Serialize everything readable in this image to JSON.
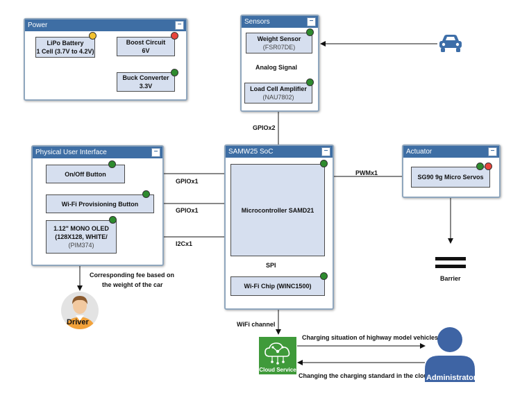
{
  "panels": {
    "power": "Power",
    "sensors": "Sensors",
    "pui": "Physical User Interface",
    "soc": "SAMW25 SoC",
    "actuator": "Actuator"
  },
  "collapse_symbol": "−",
  "nodes": {
    "lipo": {
      "line1": "LiPo Battery",
      "line2": "1 Cell (3.7V to 4.2V)"
    },
    "boost": {
      "line1": "Boost Circuit",
      "line2": "6V"
    },
    "buck": {
      "line1": "Buck Converter",
      "line2": "3.3V"
    },
    "weight": {
      "line1": "Weight Sensor",
      "line2": "(FSR07DE)"
    },
    "loadcell": {
      "line1": "Load Cell Amplifier",
      "line2": "(NAU7802)"
    },
    "onoff": {
      "line1": "On/Off Button"
    },
    "wifiprov": {
      "line1": "Wi-Fi Provisioning Button"
    },
    "oled": {
      "line1": "1.12\" MONO OLED",
      "line2": "(128X128, WHITE/",
      "line3": "(PIM374)"
    },
    "mcu": {
      "line1": "Microcontroller   SAMD21"
    },
    "wifichip": {
      "line1": "Wi-Fi Chip (WINC1500)"
    },
    "servo": {
      "line1": "SG90 9g Micro Servos"
    }
  },
  "labels": {
    "analog": "Analog Signal",
    "gpiox2": "GPIOx2",
    "gpiox1_a": "GPIOx1",
    "gpiox1_b": "GPIOx1",
    "i2c": "I2Cx1",
    "pwm": "PWMx1",
    "spi": "SPI",
    "wifi_channel": "WiFi channel",
    "fee_line1": "Corresponding fee based on",
    "fee_line2": "the weight of the car",
    "barrier": "Barrier",
    "charging_situation": "Charging situation of highway model vehicles",
    "charging_standard": "Changing the charging standard in the cloud",
    "cloud": "Cloud Service",
    "driver": "Driver",
    "administrator": "Administrator"
  },
  "icons": {
    "car": "car-icon",
    "barrier": "barrier-icon",
    "cloud": "cloud-network-icon",
    "driver": "driver-avatar-icon",
    "administrator": "person-icon"
  },
  "colors": {
    "panel_header": "#3e6ea4",
    "node_fill": "#d6dfef",
    "status_green": "#2e8b2e",
    "status_yellow": "#f2c12e",
    "status_red": "#e8453c",
    "car": "#3d6ea8",
    "cloud_bg": "#3f9a3a",
    "admin": "#3e64a4"
  }
}
